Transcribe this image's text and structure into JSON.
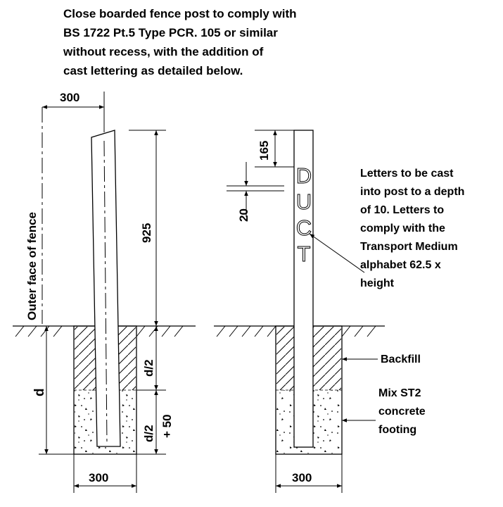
{
  "header_note": [
    "Close boarded fence post to comply with",
    "BS 1722 Pt.5 Type PCR.  105 or similar",
    "without recess, with the addition of",
    "cast lettering as detailed below."
  ],
  "left_view": {
    "top_offset_dim": "300",
    "height_dim": "925",
    "fence_face_label": "Outer face of fence",
    "depth_dim": "d",
    "upper_dim": "d/2",
    "lower_dim_line1": "d/2",
    "lower_dim_line2": "+ 50",
    "base_width_dim": "300"
  },
  "right_view": {
    "top_gap_dim": "165",
    "letter_gap_dim": "20",
    "cast_letters": [
      "D",
      "U",
      "C",
      "T"
    ],
    "letters_note": [
      "Letters to be cast",
      "into post to a depth",
      "of 10.  Letters to",
      "comply with the",
      "Transport Medium",
      "alphabet 62.5 x",
      "height"
    ],
    "backfill_label": "Backfill",
    "footing_label": [
      "Mix ST2",
      "concrete",
      "footing"
    ],
    "base_width_dim": "300"
  }
}
